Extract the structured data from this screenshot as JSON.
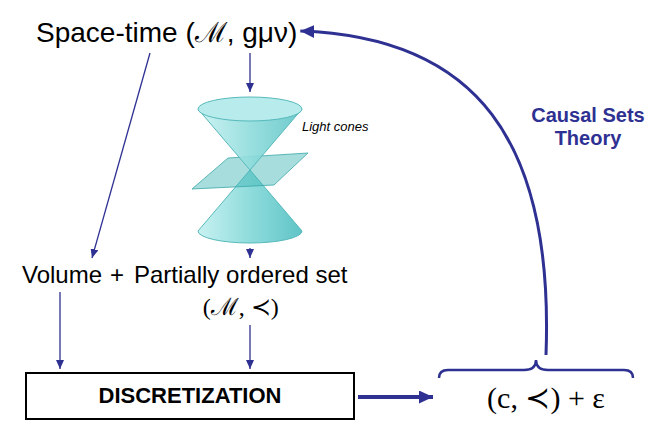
{
  "diagram": {
    "nodes": [
      {
        "text": [
          "Space-time (ℳ, gμν)"
        ]
      },
      {
        "text": [
          "Light cones"
        ]
      },
      {
        "text": [
          "Volume"
        ]
      },
      {
        "text": [
          "Partially ordered set",
          "(ℳ, ≺)"
        ]
      },
      {
        "text": [
          "DISCRETIZATION"
        ]
      },
      {
        "text": [
          "(c, ≺) + ε"
        ]
      }
    ],
    "edges": [
      {
        "from": 0,
        "to": 2,
        "arrow": "to"
      },
      {
        "from": 0,
        "to": 1,
        "arrow": "to"
      },
      {
        "from": 1,
        "to": 3,
        "arrow": "to"
      },
      {
        "from": 2,
        "to": 4,
        "arrow": "to"
      },
      {
        "from": 3,
        "to": 4,
        "arrow": "to"
      },
      {
        "from": 4,
        "to": 5,
        "arrow": "to"
      },
      {
        "from": 5,
        "to": 0,
        "label": "Causal Sets Theory",
        "arrow": "to"
      }
    ],
    "labels": [
      "+"
    ]
  }
}
